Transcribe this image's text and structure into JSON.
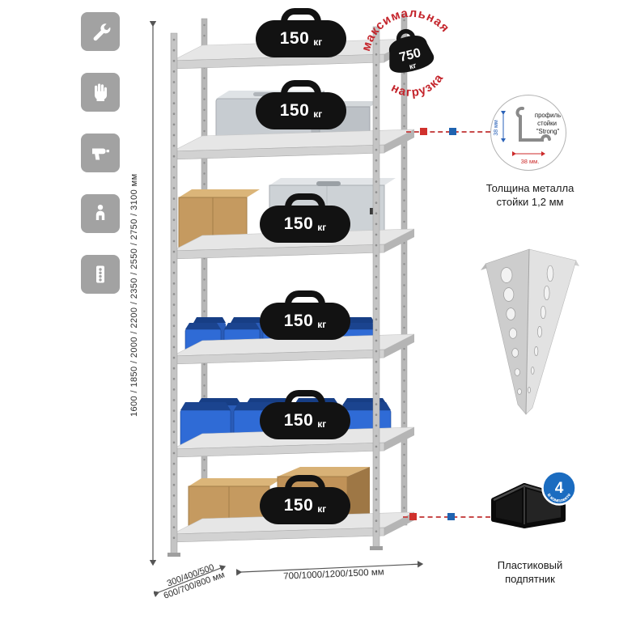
{
  "sidebar": {
    "icons": [
      {
        "name": "wrench"
      },
      {
        "name": "glove"
      },
      {
        "name": "drill"
      },
      {
        "name": "person"
      },
      {
        "name": "perforated-profile"
      }
    ]
  },
  "dimensions": {
    "height": "1600 / 1850 / 2000 / 2200 / 2350 / 2550 / 2750 / 3100 мм",
    "depth_line1": "300/400/500",
    "depth_line2": "600/700/800 мм",
    "width": "700/1000/1200/1500 мм"
  },
  "weights": [
    {
      "value": "150",
      "unit": "кг"
    },
    {
      "value": "150",
      "unit": "кг"
    },
    {
      "value": "150",
      "unit": "кг"
    },
    {
      "value": "150",
      "unit": "кг"
    },
    {
      "value": "150",
      "unit": "кг"
    },
    {
      "value": "150",
      "unit": "кг"
    }
  ],
  "stamp": {
    "arc_top": "максимальная",
    "arc_bottom": "нагрузка",
    "value": "750",
    "unit": "кг"
  },
  "profile_detail": {
    "line1": "профиль",
    "line2": "стойки",
    "line3": "\"Strong\"",
    "dim_vertical": "38 мм",
    "dim_horizontal": "38 мм.",
    "caption_line1": "Толщина металла",
    "caption_line2": "стойки 1,2 мм"
  },
  "foot_detail": {
    "badge_value": "4",
    "badge_text": "в комплекте",
    "caption_line1": "Пластиковый",
    "caption_line2": "подпятник"
  }
}
